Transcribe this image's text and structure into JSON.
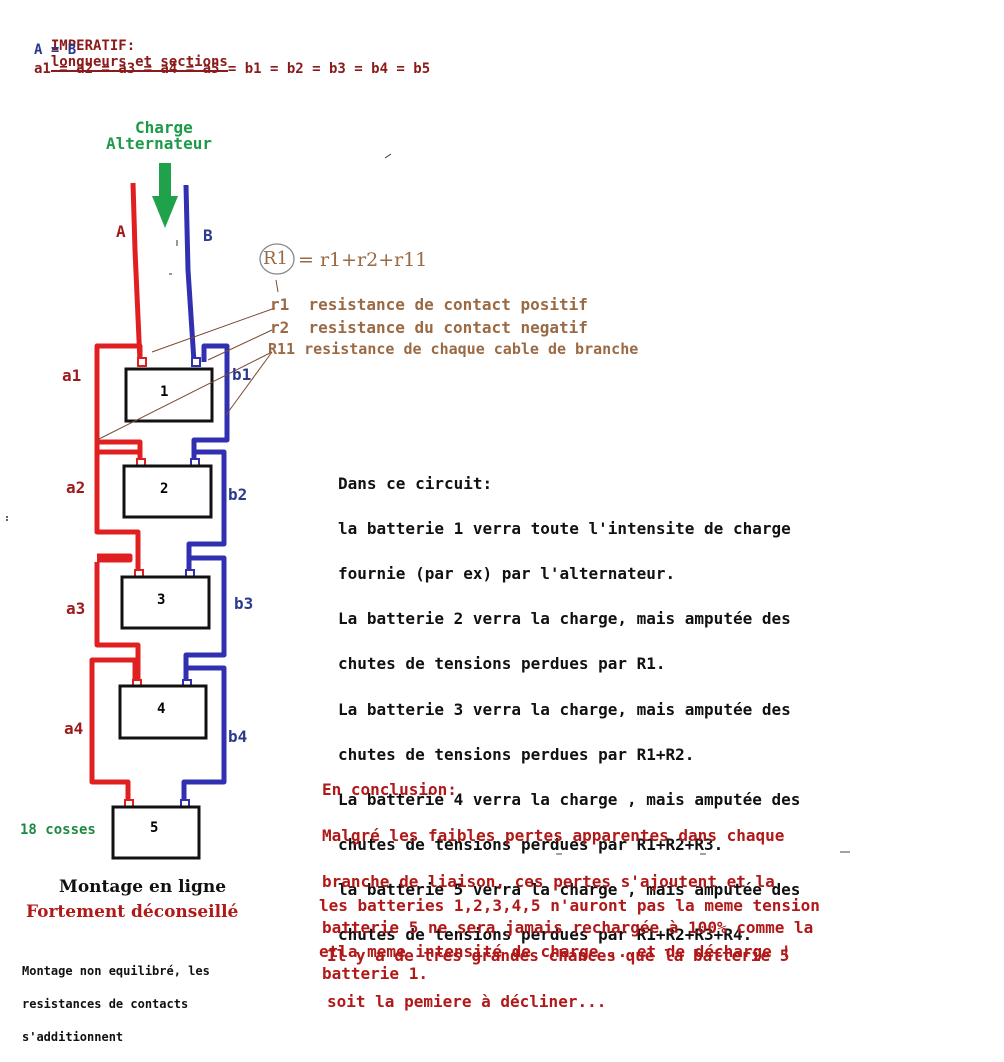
{
  "header": {
    "imperatif": "IMPERATIF:",
    "imperatif_title": "longueurs et sections",
    "line2": "A = B",
    "line3": "a1 = a2 = a3 = a4 = a5 = b1 = b2 = b3 = b4 = b5"
  },
  "charge": {
    "line1": "Charge",
    "line2": "Alternateur"
  },
  "cables": {
    "main_pos": "A",
    "main_neg": "B",
    "a": [
      "a1",
      "a2",
      "a3",
      "a4"
    ],
    "b": [
      "b1",
      "b2",
      "b3",
      "b4"
    ]
  },
  "batteries": [
    "1",
    "2",
    "3",
    "4",
    "5"
  ],
  "cosses": "18 cosses",
  "formula": {
    "circle_label": "R1",
    "rest": "= r1+r2+r11"
  },
  "legend": [
    {
      "sym": "r1",
      "text": "resistance de contact positif"
    },
    {
      "sym": "r2",
      "text": "resistance du contact negatif"
    },
    {
      "sym": "R11",
      "text": "resistance de chaque cable de branche"
    }
  ],
  "explanation": [
    "Dans ce circuit:",
    "la batterie 1 verra toute l'intensite de charge",
    "fournie (par ex) par l'alternateur.",
    "La batterie 2 verra la charge, mais amputée des",
    "chutes de tensions perdues par R1.",
    "La batterie 3 verra la charge, mais amputée des",
    "chutes de tensions perdues par R1+R2.",
    "La batterie 4 verra la charge , mais amputée des",
    "chutes de tensions perdues par R1+R2+R3.",
    "la batterie 5 verra la charge , mais amputée des",
    "chutes de tensions perdues par R1+R2+R3+R4."
  ],
  "conclusion": [
    "En conclusion:",
    "Malgré les faibles pertes apparentes dans chaque",
    "branche de liaison, ces pertes s'ajoutent et la",
    "batterie 5 ne sera jamais rechargée à 100% comme la",
    "batterie 1."
  ],
  "tension": [
    "les batteries 1,2,3,4,5 n'auront pas la meme tension",
    "etla meme intensité de charge ...et de décharge !"
  ],
  "decline": [
    "Il y a de trés grandes chances que la batterie 5",
    "soit la pemiere à décliner..."
  ],
  "montage": {
    "title": "Montage en ligne",
    "warning": "Fortement déconseillé"
  },
  "footnote": [
    "Montage non equilibré, les",
    "resistances de contacts",
    "s'additionnent"
  ],
  "colors": {
    "positive": "#e02020",
    "negative": "#3030b0",
    "arrow": "#1fa24a",
    "red_text": "#b11818",
    "brown_text": "#9a6a45"
  }
}
